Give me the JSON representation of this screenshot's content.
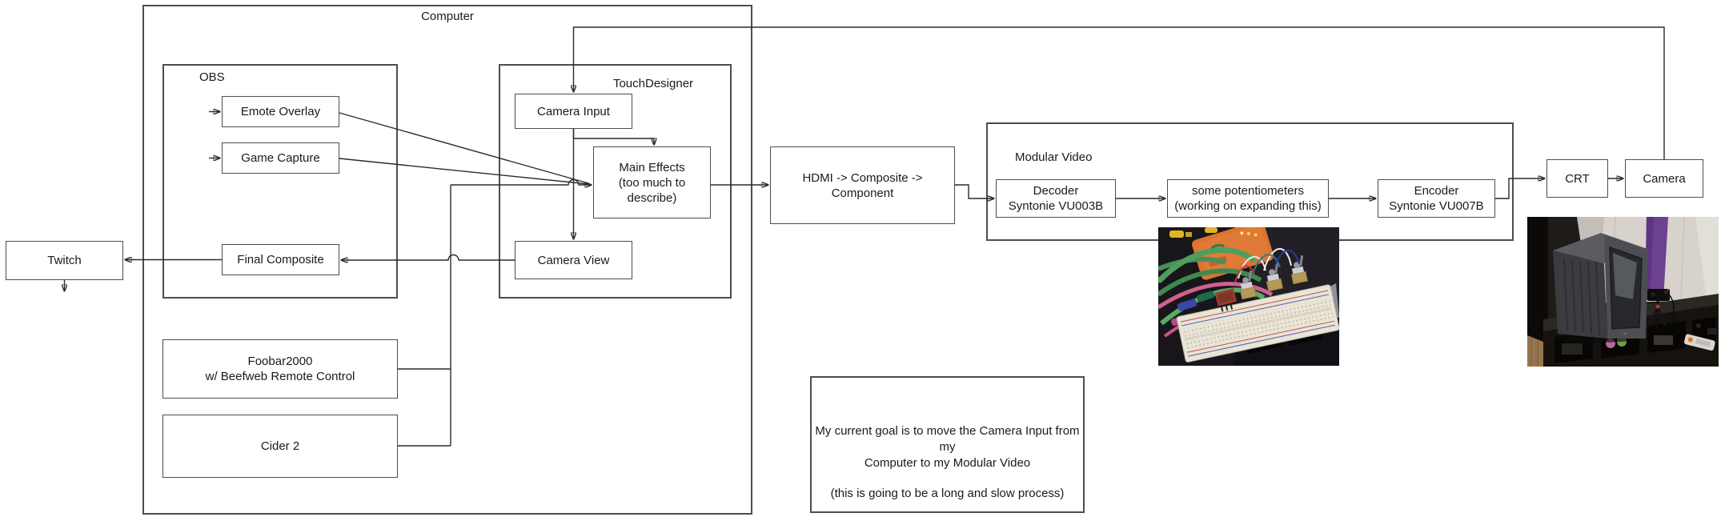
{
  "labels": {
    "computer": "Computer",
    "obs": "OBS",
    "touchdesigner": "TouchDesigner",
    "modular": "Modular Video",
    "twitch": "Twitch",
    "emote": "Emote Overlay",
    "game": "Game Capture",
    "final": "Final Composite",
    "camera_input": "Camera Input",
    "main_effects1": "Main Effects",
    "main_effects2": "(too much to describe)",
    "camera_view": "Camera View",
    "foobar1": "Foobar2000",
    "foobar2": "w/ Beefweb Remote Control",
    "cider": "Cider 2",
    "hdmi": "HDMI -> Composite -> Component",
    "decoder1": "Decoder",
    "decoder2": "Syntonie VU003B",
    "pots1": "some potentiometers",
    "pots2": "(working on expanding this)",
    "encoder1": "Encoder",
    "encoder2": "Syntonie VU007B",
    "crt": "CRT",
    "camera": "Camera"
  },
  "note": {
    "line1": "My current goal is to move the Camera Input from my",
    "line2": "Computer to my Modular Video",
    "line3": "(this is going to be a long and slow process)"
  },
  "photos": {
    "breadboard": "photo of breadboard with potentiometers and patch cables",
    "crt_tv": "photo of CRT television and camera on a shelf"
  },
  "colors": {
    "background": "#ffffff",
    "box_border": "#4d4d4d",
    "connector": "#2b2b2b",
    "text": "#1a1a1a"
  }
}
